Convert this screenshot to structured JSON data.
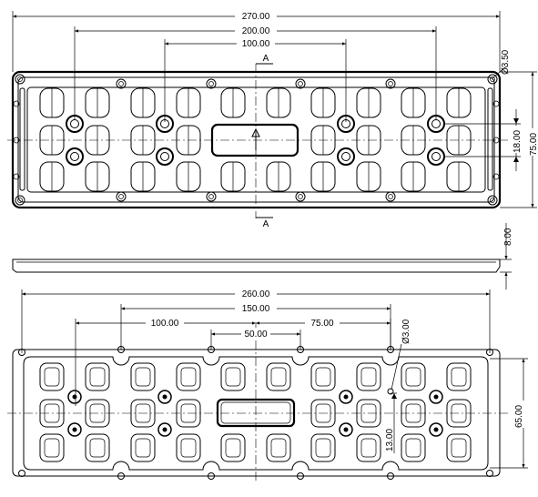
{
  "top_view": {
    "dims": {
      "overall_length": "270.00",
      "lens_span": "200.00",
      "inner_span": "100.00",
      "hole_dia": "Ø3.50",
      "row_pitch": "18.00",
      "overall_width": "75.00"
    },
    "section_label_top": "A",
    "section_label_bottom": "A"
  },
  "side_view": {
    "dims": {
      "thickness": "8.00"
    }
  },
  "bottom_view": {
    "dims": {
      "hole_span": "260.00",
      "span_150": "150.00",
      "span_100": "100.00",
      "span_75": "75.00",
      "span_50": "50.00",
      "hole_dia": "Ø3.00",
      "offset": "13.00",
      "width": "65.00"
    }
  }
}
